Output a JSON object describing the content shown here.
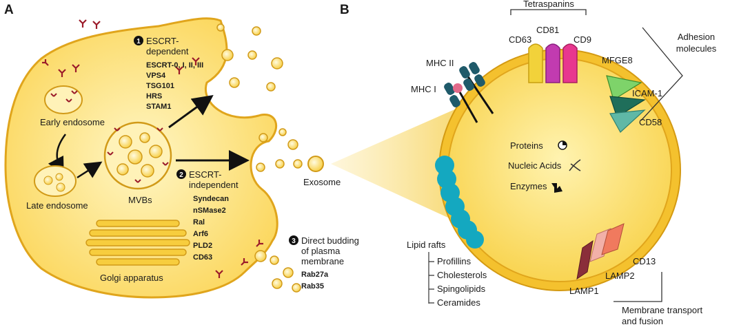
{
  "panels": {
    "a": "A",
    "b": "B"
  },
  "left": {
    "early_endosome": "Early endosome",
    "late_endosome": "Late endosome",
    "mvbs": "MVBs",
    "golgi": "Golgi apparatus",
    "exosome": "Exosome",
    "path1": {
      "num": "1",
      "title": [
        "ESCRT-",
        "dependent"
      ],
      "items": [
        "ESCRT-0, I, II, III",
        "VPS4",
        "TSG101",
        "HRS",
        "STAM1"
      ]
    },
    "path2": {
      "num": "2",
      "title": [
        "ESCRT-",
        "independent"
      ],
      "items": [
        "Syndecan",
        "nSMase2",
        "Ral",
        "Arf6",
        "PLD2",
        "CD63"
      ]
    },
    "path3": {
      "num": "3",
      "title": [
        "Direct budding",
        "of plasma",
        "membrane"
      ],
      "items": [
        "Rab27a",
        "Rab35"
      ]
    }
  },
  "right": {
    "tetraspanins": "Tetraspanins",
    "cd63": "CD63",
    "cd81": "CD81",
    "cd9": "CD9",
    "mhc2": "MHC II",
    "mhc1": "MHC I",
    "adhesion": [
      "Adhesion",
      "molecules"
    ],
    "mfge8": "MFGE8",
    "icam1": "ICAM-1",
    "cd58": "CD58",
    "proteins": "Proteins",
    "nucleic": "Nucleic Acids",
    "enzymes": "Enzymes",
    "lipid_rafts": "Lipid rafts",
    "lipids": [
      "Profillins",
      "Cholesterols",
      "Spingolipids",
      "Ceramides"
    ],
    "cd13": "CD13",
    "lamp2": "LAMP2",
    "lamp1": "LAMP1",
    "transport": [
      "Membrane transport",
      "and fusion"
    ]
  },
  "colors": {
    "cell_fill": "#fde58a",
    "cell_edge": "#e0a51c",
    "receptor": "#9b1b2a",
    "cd63": "#f2d23a",
    "cd81": "#c23bb0",
    "cd9": "#e8378f",
    "mhc": "#1f5a6a",
    "lipid_raft": "#14a8c0",
    "mfge8": "#7ed36a",
    "icam1": "#1f6e5a",
    "cd58": "#5fb8a6"
  }
}
